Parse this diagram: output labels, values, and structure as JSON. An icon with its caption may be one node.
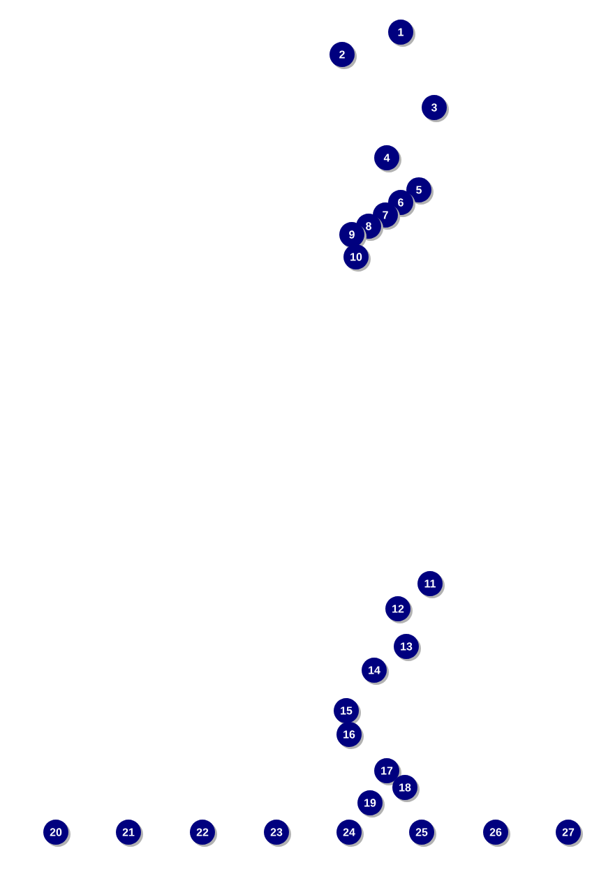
{
  "diagram": {
    "labels": [
      "1",
      "2",
      "3",
      "4",
      "5",
      "6",
      "7",
      "8",
      "9",
      "10",
      "11",
      "12",
      "13",
      "14",
      "15",
      "16",
      "17",
      "18",
      "19",
      "20",
      "21",
      "22",
      "23",
      "24",
      "25",
      "26",
      "27"
    ]
  }
}
